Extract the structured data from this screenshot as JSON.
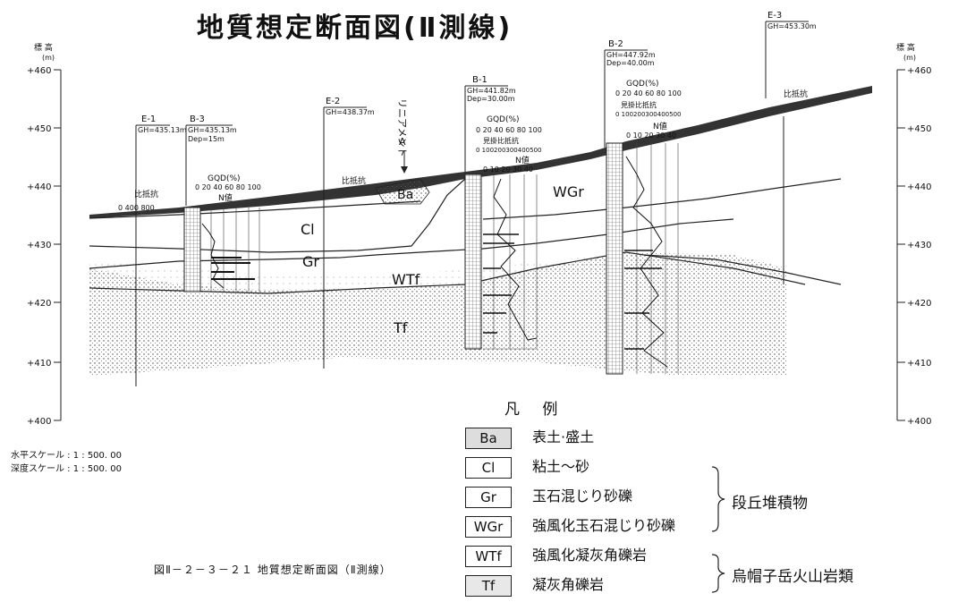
{
  "title": "地質想定断面図(Ⅱ測線)",
  "axis": {
    "left_label": "標 高",
    "right_label": "標 高",
    "unit": "(m)",
    "ticks": [
      "+460",
      "+450",
      "+440",
      "+430",
      "+420",
      "+410",
      "+400"
    ]
  },
  "boreholes": {
    "E1": {
      "name": "E-1",
      "gh": "GH=435.13m"
    },
    "B3": {
      "name": "B-3",
      "gh": "GH=435.13m",
      "dep": "Dep=15m"
    },
    "E2": {
      "name": "E-2",
      "gh": "GH=438.37m"
    },
    "B1": {
      "name": "B-1",
      "gh": "GH=441.82m",
      "dep": "Dep=30.00m"
    },
    "B2": {
      "name": "B-2",
      "gh": "GH=447.92m",
      "dep": "Dep=40.00m"
    },
    "E3": {
      "name": "E-3",
      "gh": "GH=453.30m"
    }
  },
  "log_labels": {
    "gqd": "GQD(%)",
    "gqd_ticks": "0 20 40 60 80 100",
    "n_value": "N値",
    "n_ticks": "0 10 20 30 40",
    "resistivity": "比抵抗",
    "resistivity_ticks": "0 400 800",
    "apparent": "見掛比抵抗",
    "apparent_ticks": "0 100200300400500"
  },
  "lineament": {
    "line1": "リニアメント",
    "line2": "A"
  },
  "units_on_section": {
    "Ba": "Ba",
    "Cl": "Cl",
    "Gr": "Gr",
    "WGr": "WGr",
    "WTf": "WTf",
    "Tf": "Tf"
  },
  "legend": {
    "title": "凡 例",
    "items": [
      {
        "code": "Ba",
        "desc": "表土·盛土"
      },
      {
        "code": "Cl",
        "desc": "粘土～砂"
      },
      {
        "code": "Gr",
        "desc": "玉石混じり砂礫"
      },
      {
        "code": "WGr",
        "desc": "強風化玉石混じり砂礫"
      },
      {
        "code": "WTf",
        "desc": "強風化凝灰角礫岩"
      },
      {
        "code": "Tf",
        "desc": "凝灰角礫岩"
      }
    ],
    "group1": "段丘堆積物",
    "group2": "烏帽子岳火山岩類"
  },
  "scales": {
    "horizontal": "水平スケール : 1 : 500. 00",
    "vertical": "深度スケール : 1 : 500. 00"
  },
  "caption": "図Ⅱ－２－３－２１ 地質想定断面図（Ⅱ測線）"
}
